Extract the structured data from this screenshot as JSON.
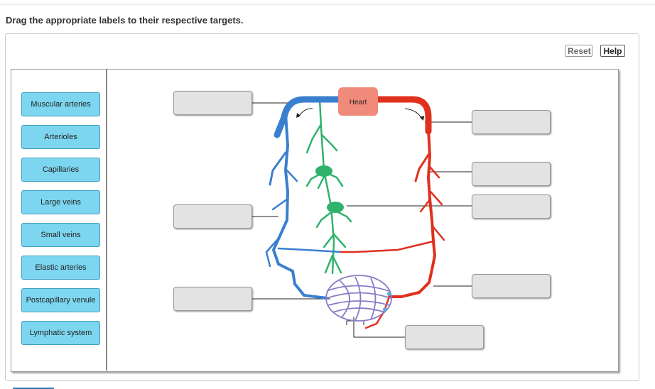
{
  "instruction": "Drag the appropriate labels to their respective targets.",
  "toolbar": {
    "reset_label": "Reset",
    "help_label": "Help"
  },
  "labels": [
    "Muscular arteries",
    "Arterioles",
    "Capillaries",
    "Large veins",
    "Small veins",
    "Elastic arteries",
    "Postcapillary venule",
    "Lymphatic system"
  ],
  "diagram": {
    "heart_label": "Heart"
  },
  "colors": {
    "label_fill": "#7dd6ef",
    "vein": "#3a7fcf",
    "artery": "#e0301e",
    "lymph": "#2fb36a",
    "capillary": "#8a7bc4",
    "heart": "#f08a7a"
  }
}
